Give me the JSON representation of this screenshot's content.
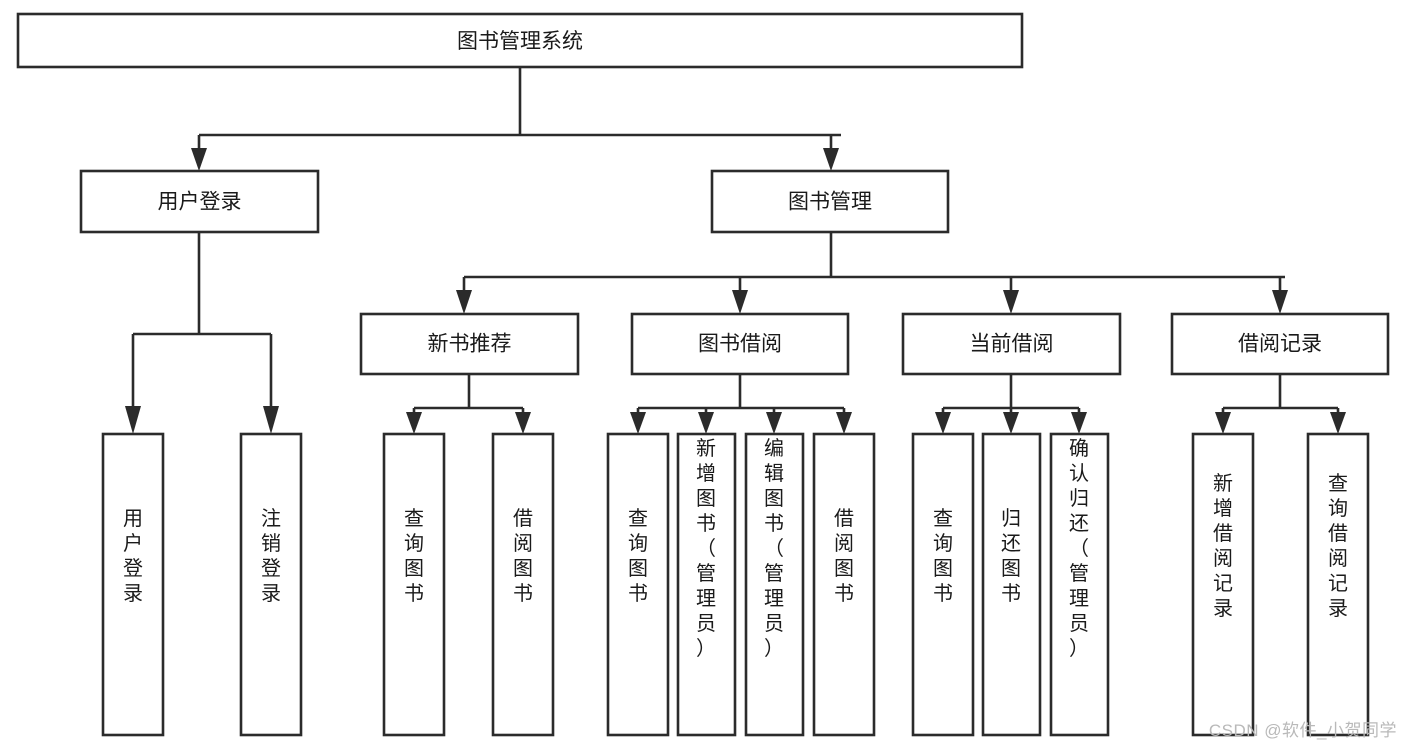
{
  "diagram": {
    "type": "tree",
    "title": "图书管理系统",
    "watermark": "CSDN @软件_小贺同学",
    "colors": {
      "box_stroke": "#2b2b2b",
      "box_fill": "#ffffff",
      "text": "#1a1a1a",
      "background": "#ffffff",
      "watermark": "#b9b9b9"
    },
    "nodes": {
      "root": {
        "label": "图书管理系统"
      },
      "level1": [
        {
          "label": "用户登录"
        },
        {
          "label": "图书管理"
        }
      ],
      "level2": [
        {
          "label": "新书推荐"
        },
        {
          "label": "图书借阅"
        },
        {
          "label": "当前借阅"
        },
        {
          "label": "借阅记录"
        }
      ],
      "leaves_user_login": [
        {
          "label": "用户登录"
        },
        {
          "label": "注销登录"
        }
      ],
      "leaves_new_book": [
        {
          "label": "查询图书"
        },
        {
          "label": "借阅图书"
        }
      ],
      "leaves_borrow": [
        {
          "label": "查询图书"
        },
        {
          "label": "新增图书（管理员）"
        },
        {
          "label": "编辑图书（管理员）"
        },
        {
          "label": "借阅图书"
        }
      ],
      "leaves_current": [
        {
          "label": "查询图书"
        },
        {
          "label": "归还图书"
        },
        {
          "label": "确认归还（管理员）"
        }
      ],
      "leaves_records": [
        {
          "label": "新增借阅记录"
        },
        {
          "label": "查询借阅记录"
        }
      ]
    }
  }
}
